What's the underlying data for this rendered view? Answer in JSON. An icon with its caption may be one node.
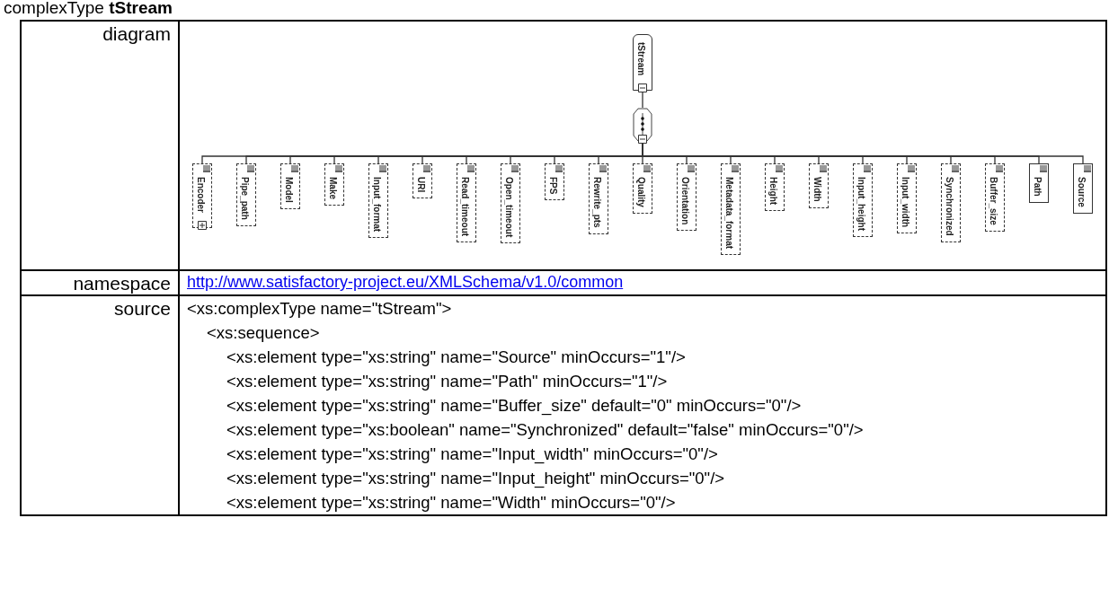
{
  "diagram": {
    "title": "complexType **tStream**",
    "nodes": [
      {
        "text": [
          "tStream"
        ]
      },
      {
        "text": [],
        "shape": "octagon"
      },
      {
        "text": [
          "Encoder"
        ]
      },
      {
        "text": [
          "Pipe_path"
        ]
      },
      {
        "text": [
          "Model"
        ]
      },
      {
        "text": [
          "Make"
        ]
      },
      {
        "text": [
          "Input_format"
        ]
      },
      {
        "text": [
          "URI"
        ]
      },
      {
        "text": [
          "Read_timeout"
        ]
      },
      {
        "text": [
          "Open_timeout"
        ]
      },
      {
        "text": [
          "FPS"
        ]
      },
      {
        "text": [
          "Rewrite_pts"
        ]
      },
      {
        "text": [
          "Quality"
        ]
      },
      {
        "text": [
          "Orientation"
        ]
      },
      {
        "text": [
          "Metadata_format"
        ]
      },
      {
        "text": [
          "Height"
        ]
      },
      {
        "text": [
          "Width"
        ]
      },
      {
        "text": [
          "Input_height"
        ]
      },
      {
        "text": [
          "Input_width"
        ]
      },
      {
        "text": [
          "Synchronized"
        ]
      },
      {
        "text": [
          "Buffer_size"
        ]
      },
      {
        "text": [
          "Path"
        ]
      },
      {
        "text": [
          "Source"
        ]
      }
    ],
    "edges": [
      {
        "from": 0,
        "to": 1,
        "arrow": "none"
      },
      {
        "from": 1,
        "to": 2,
        "arrow": "none"
      },
      {
        "from": 1,
        "to": 3,
        "arrow": "none"
      },
      {
        "from": 1,
        "to": 4,
        "arrow": "none"
      },
      {
        "from": 1,
        "to": 5,
        "arrow": "none"
      },
      {
        "from": 1,
        "to": 6,
        "arrow": "none"
      },
      {
        "from": 1,
        "to": 7,
        "arrow": "none"
      },
      {
        "from": 1,
        "to": 8,
        "arrow": "none"
      },
      {
        "from": 1,
        "to": 9,
        "arrow": "none"
      },
      {
        "from": 1,
        "to": 10,
        "arrow": "none"
      },
      {
        "from": 1,
        "to": 11,
        "arrow": "none"
      },
      {
        "from": 1,
        "to": 12,
        "arrow": "none"
      },
      {
        "from": 1,
        "to": 13,
        "arrow": "none"
      },
      {
        "from": 1,
        "to": 14,
        "arrow": "none"
      },
      {
        "from": 1,
        "to": 15,
        "arrow": "none"
      },
      {
        "from": 1,
        "to": 16,
        "arrow": "none"
      },
      {
        "from": 1,
        "to": 17,
        "arrow": "none"
      },
      {
        "from": 1,
        "to": 18,
        "arrow": "none"
      },
      {
        "from": 1,
        "to": 19,
        "arrow": "none"
      },
      {
        "from": 1,
        "to": 20,
        "arrow": "none"
      },
      {
        "from": 1,
        "to": 21,
        "arrow": "none"
      },
      {
        "from": 1,
        "to": 22,
        "arrow": "none"
      }
    ],
    "labels": [
      "diagram",
      "namespace",
      "http://www.satisfactory-project.eu/XMLSchema/v1.0/common",
      "source",
      "<xs:complexType name=\"tStream\">",
      "<xs:sequence>",
      "<xs:element type=\"xs:string\" name=\"Source\" minOccurs=\"1\"/>",
      "<xs:element type=\"xs:string\" name=\"Path\" minOccurs=\"1\"/>",
      "<xs:element type=\"xs:string\" name=\"Buffer_size\" default=\"0\" minOccurs=\"0\"/>",
      "<xs:element type=\"xs:boolean\" name=\"Synchronized\" default=\"false\" minOccurs=\"0\"/>",
      "<xs:element type=\"xs:string\" name=\"Input_width\" minOccurs=\"0\"/>",
      "<xs:element type=\"xs:string\" name=\"Input_height\" minOccurs=\"0\"/>",
      "<xs:element type=\"xs:string\" name=\"Width\" minOccurs=\"0\"/>"
    ]
  }
}
